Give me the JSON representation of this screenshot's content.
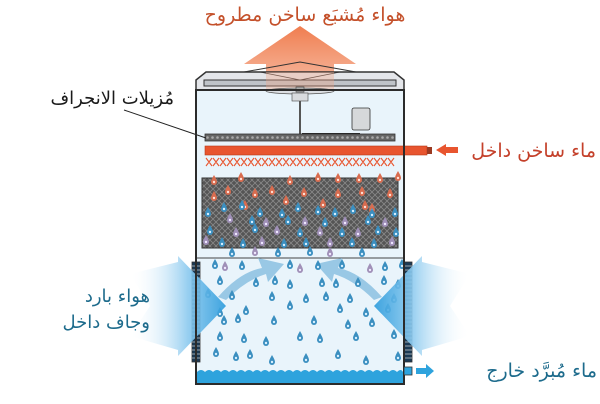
{
  "diagram": {
    "type": "cooling-tower-cross-section",
    "labels": {
      "exhaust_air": "هواء مُشبَع ساخن مطروح",
      "drift_eliminators": "مُزيلات الانجراف",
      "hot_water_in": "ماء ساخن داخل",
      "cold_air_in_line1": "هواء بارد",
      "cold_air_in_line2": "وجاف داخل",
      "cooled_water_out": "ماء مُبرَّد خارج"
    },
    "colors": {
      "hot": "#e8552f",
      "hot_text": "#c4502a",
      "cold_text": "#1d6b8c",
      "air_blue": "#3fa9e0",
      "water_basin": "#2ea3dd",
      "fill_media": "#4a4a4a",
      "casing": "#e9f4fb",
      "outline": "#2b2b2b"
    }
  }
}
